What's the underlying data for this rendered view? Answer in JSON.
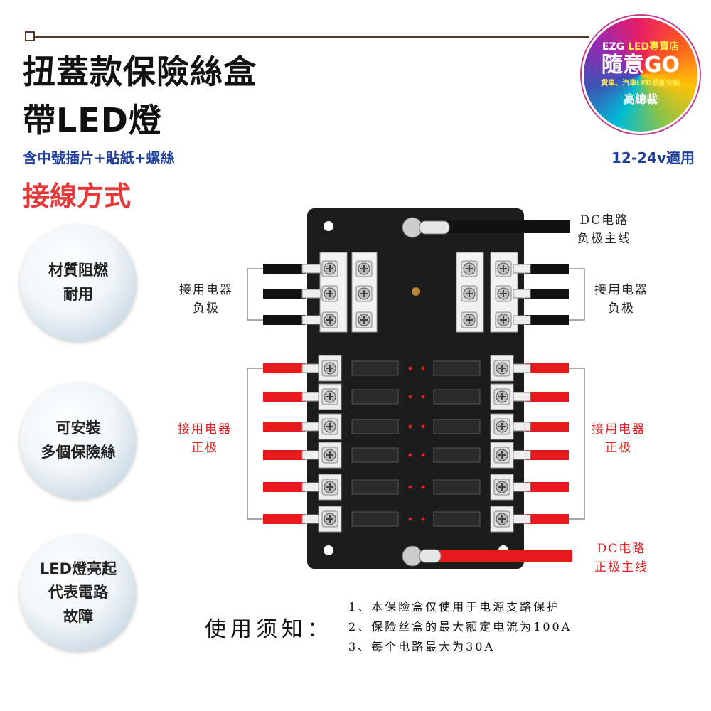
{
  "header": {
    "title_line1": "扭蓋款保險絲盒",
    "title_line2": "帶LED燈",
    "subtitle": "含中號插片+貼紙+螺絲",
    "voltage": "12-24v適用",
    "section": "接線方式"
  },
  "logo": {
    "brand": "EZG",
    "shop": "LED專賣店",
    "name": "隨意GO",
    "tagline": "貨車、汽車LED規劃安裝",
    "owner": "高總裁"
  },
  "features": [
    {
      "line1": "材質阻燃",
      "line2": "耐用"
    },
    {
      "line1": "可安裝",
      "line2": "多個保險絲"
    },
    {
      "line1": "LED燈亮起",
      "line2": "代表電路",
      "line3": "故障"
    }
  ],
  "labels": {
    "dc_negative": {
      "line1": "DC电路",
      "line2": "负极主线"
    },
    "load_negative_left": {
      "line1": "接用电器",
      "line2": "负极"
    },
    "load_negative_right": {
      "line1": "接用电器",
      "line2": "负极"
    },
    "load_positive_left": {
      "line1": "接用电器",
      "line2": "正极"
    },
    "load_positive_right": {
      "line1": "接用电器",
      "line2": "正极"
    },
    "dc_positive": {
      "line1": "DC电路",
      "line2": "正极主线"
    }
  },
  "notice": {
    "heading": "使用须知：",
    "items": [
      "1、本保险盒仅使用于电源支路保护",
      "2、保险丝盒的最大额定电流为100A",
      "3、每个电路最大为30A"
    ]
  },
  "colors": {
    "title_blue": "#1f3f9a",
    "accent_red": "#e43a3a",
    "wire_red": "#e8191d",
    "box": "#1c1c1c"
  }
}
